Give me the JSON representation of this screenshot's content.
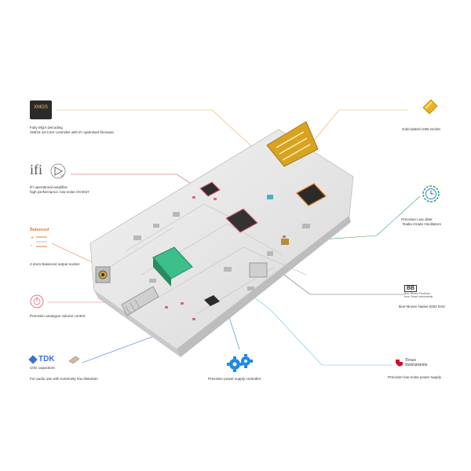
{
  "callouts": {
    "xmos": {
      "logo_text": "XMOS",
      "line1": "Fully MQA Decoding",
      "line2": "XMOS 16-Core controller with iFi optimised firmware",
      "color": "#e8b04a"
    },
    "ifi_opamp": {
      "logo_text": "ifi",
      "line1": "iFi operational amplifier,",
      "line2": "high performance, low-noise OV2637",
      "color": "#c44a4a"
    },
    "balanced": {
      "logo_text": "Balanced",
      "line1": "4.4mm Balanced output socket",
      "color": "#e07a3c"
    },
    "volume": {
      "line1": "Precision analogue volume control",
      "color": "#e07a7a"
    },
    "tdk": {
      "logo_text": "TDK",
      "line1": "C0G capacitors",
      "line2": "For audio use with extremely low distortion",
      "color": "#3a6fd8"
    },
    "usb": {
      "line1": "Gold plated USB socket",
      "color": "#e8b04a"
    },
    "oscillators": {
      "line1": "Precision Low Jitter",
      "line2": "Radio Grade Oscillators",
      "color": "#3aa35a"
    },
    "bb_dac": {
      "logo_text": "BB",
      "logo_sub1": "Burr-Brown Products",
      "logo_sub2": "from Texas Instruments",
      "line1": "Burr-Brown Native DSD DAC",
      "color": "#555555"
    },
    "power_ctrl": {
      "line1": "Precision power supply controller",
      "color": "#1e88e5"
    },
    "ti": {
      "logo_line1": "Texas",
      "logo_line2": "Instruments",
      "line1": "Precision low-noise power supply",
      "color": "#c8102e"
    }
  }
}
